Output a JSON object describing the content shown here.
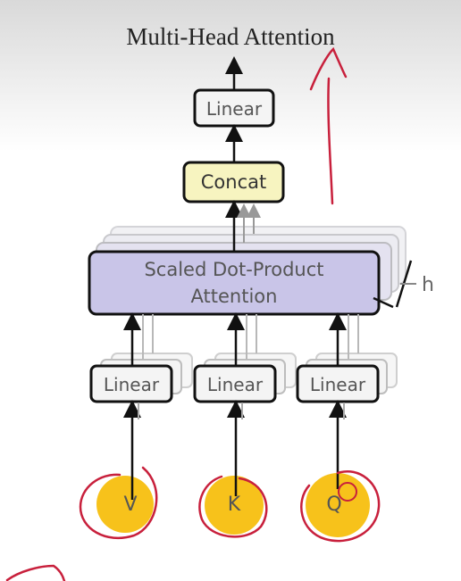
{
  "title": "Multi-Head Attention",
  "boxes": {
    "linear_top": "Linear",
    "concat": "Concat",
    "attention_line1": "Scaled Dot-Product",
    "attention_line2": "Attention",
    "linear_v": "Linear",
    "linear_k": "Linear",
    "linear_q": "Linear"
  },
  "heads_label": "h",
  "inputs": {
    "v": "V",
    "k": "K",
    "q": "Q"
  },
  "colors": {
    "box_fill": "#f4f4f4",
    "concat_fill": "#f7f4c0",
    "attention_fill": "#c9c5e8",
    "input_fill": "#f7c21b",
    "annotation": "#c8203c"
  }
}
